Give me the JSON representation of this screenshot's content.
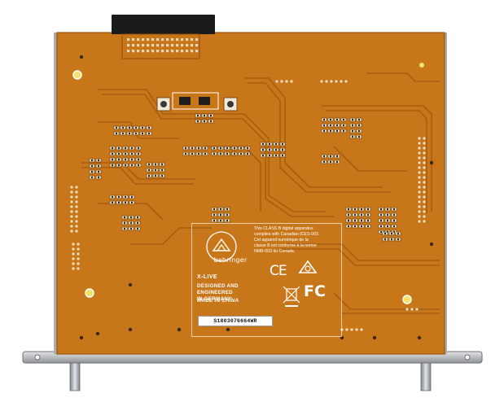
{
  "label": {
    "brand": "behringer",
    "compliance_text": "This CLASS B digital apparatus\ncomplies with Canadian ICES-003.\nCet appareil numérique de la\nclasse B est conforme à la norme\nNMB-003 du Canada.",
    "model": "X-LIVE",
    "designed_text": "DESIGNED AND ENGINEERED\nIN GERMANY",
    "made_in": "MADE IN CHINA",
    "serial": "S1803076664WR",
    "ce_mark": "CE",
    "fc_mark": "FC"
  },
  "colors": {
    "pcb": "#c8761a",
    "pcb_dark": "#a95e12",
    "trace": "#b56a15",
    "connector": "#1b1b1b",
    "metal": "#b9bcbf",
    "silkscreen": "#ffffff"
  },
  "icons": [
    "behringer-logo-icon",
    "recycling-icon",
    "weee-bin-icon",
    "ce-mark-icon",
    "fcc-logo-icon"
  ]
}
